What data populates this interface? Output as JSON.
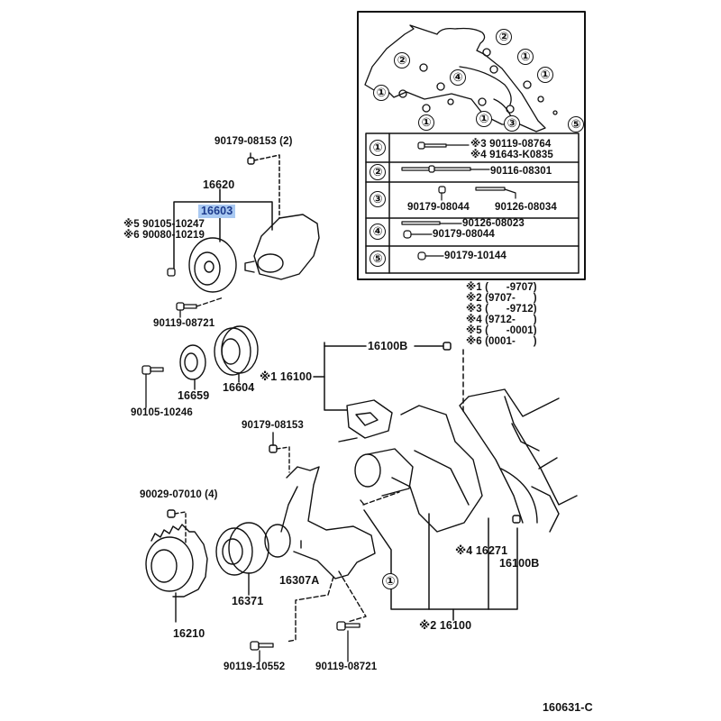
{
  "diagram": {
    "figure_id": "160631-C",
    "highlighted_part": "16603",
    "highlight_color": "#a9c9f2",
    "inset": {
      "callouts": [
        "①",
        "②",
        "③",
        "④",
        "⑤"
      ],
      "legend": [
        {
          "key": "①",
          "parts": [
            "※3 90119-08764",
            "※4 91643-K0835"
          ]
        },
        {
          "key": "②",
          "parts": [
            "90116-08301"
          ]
        },
        {
          "key": "③",
          "parts": [
            "90179-08044",
            "90126-08034"
          ]
        },
        {
          "key": "④",
          "parts": [
            "90126-08023",
            "90179-08044"
          ]
        },
        {
          "key": "⑤",
          "parts": [
            "90179-10144"
          ]
        }
      ]
    },
    "date_notes": [
      {
        "mark": "※1",
        "range": "(      -9707)"
      },
      {
        "mark": "※2",
        "range": "(9707-      )"
      },
      {
        "mark": "※3",
        "range": "(      -9712)"
      },
      {
        "mark": "※4",
        "range": "(9712-      )"
      },
      {
        "mark": "※5",
        "range": "(      -0001)"
      },
      {
        "mark": "※6",
        "range": "(0001-      )"
      }
    ],
    "labels": {
      "p90179_08153_2": "90179-08153 (2)",
      "p16620": "16620",
      "p16603": "16603",
      "p5_90105_10247": "※5 90105-10247",
      "p6_90080_10219": "※6 90080-10219",
      "p90119_08721_top": "90119-08721",
      "p16659": "16659",
      "p16604": "16604",
      "p90105_10246": "90105-10246",
      "p1_16100": "※1 16100",
      "p16100B_top": "16100B",
      "p90179_08153": "90179-08153",
      "p90029_07010": "90029-07010 (4)",
      "p16371": "16371",
      "p16307A": "16307A",
      "p16210": "16210",
      "p90119_10552": "90119-10552",
      "p90119_08721_bot": "90119-08721",
      "p4_16271": "※4 16271",
      "p16100B_bot": "16100B",
      "p2_16100": "※2 16100",
      "circle_1": "①"
    }
  }
}
